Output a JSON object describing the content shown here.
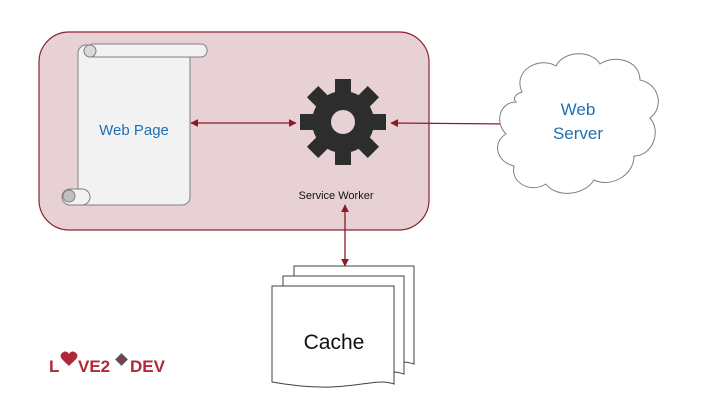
{
  "diagram": {
    "web_page_label": "Web Page",
    "service_worker_label": "Service Worker",
    "web_server_line1": "Web",
    "web_server_line2": "Server",
    "cache_label": "Cache"
  },
  "logo": {
    "text_left": "L",
    "text_mid": "VE2",
    "text_right": "DEV"
  },
  "colors": {
    "browser_fill": "#e8d1d5",
    "browser_stroke": "#8b2332",
    "arrow": "#8b1a25",
    "page_text": "#1f6fb2",
    "gear": "#2d2d2d",
    "logo_red": "#b0283a",
    "logo_gray": "#555555"
  }
}
